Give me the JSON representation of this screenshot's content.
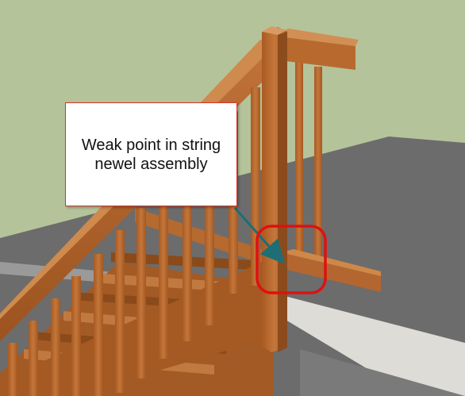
{
  "callout": {
    "text_line1": "Weak point in string",
    "text_line2": "newel assembly"
  },
  "colors": {
    "background": "#b5c39a",
    "floor_top": "#6a6a6a",
    "floor_edge": "#dcdcd8",
    "wood": "#b5652a",
    "wood_dark": "#8a4b1c",
    "wood_light": "#c97a3b",
    "highlight": "#e01010",
    "arrow": "#1e6e75"
  },
  "icons": {
    "highlight_ring": "rounded-rectangle-outline",
    "pointer_arrow": "arrow"
  }
}
